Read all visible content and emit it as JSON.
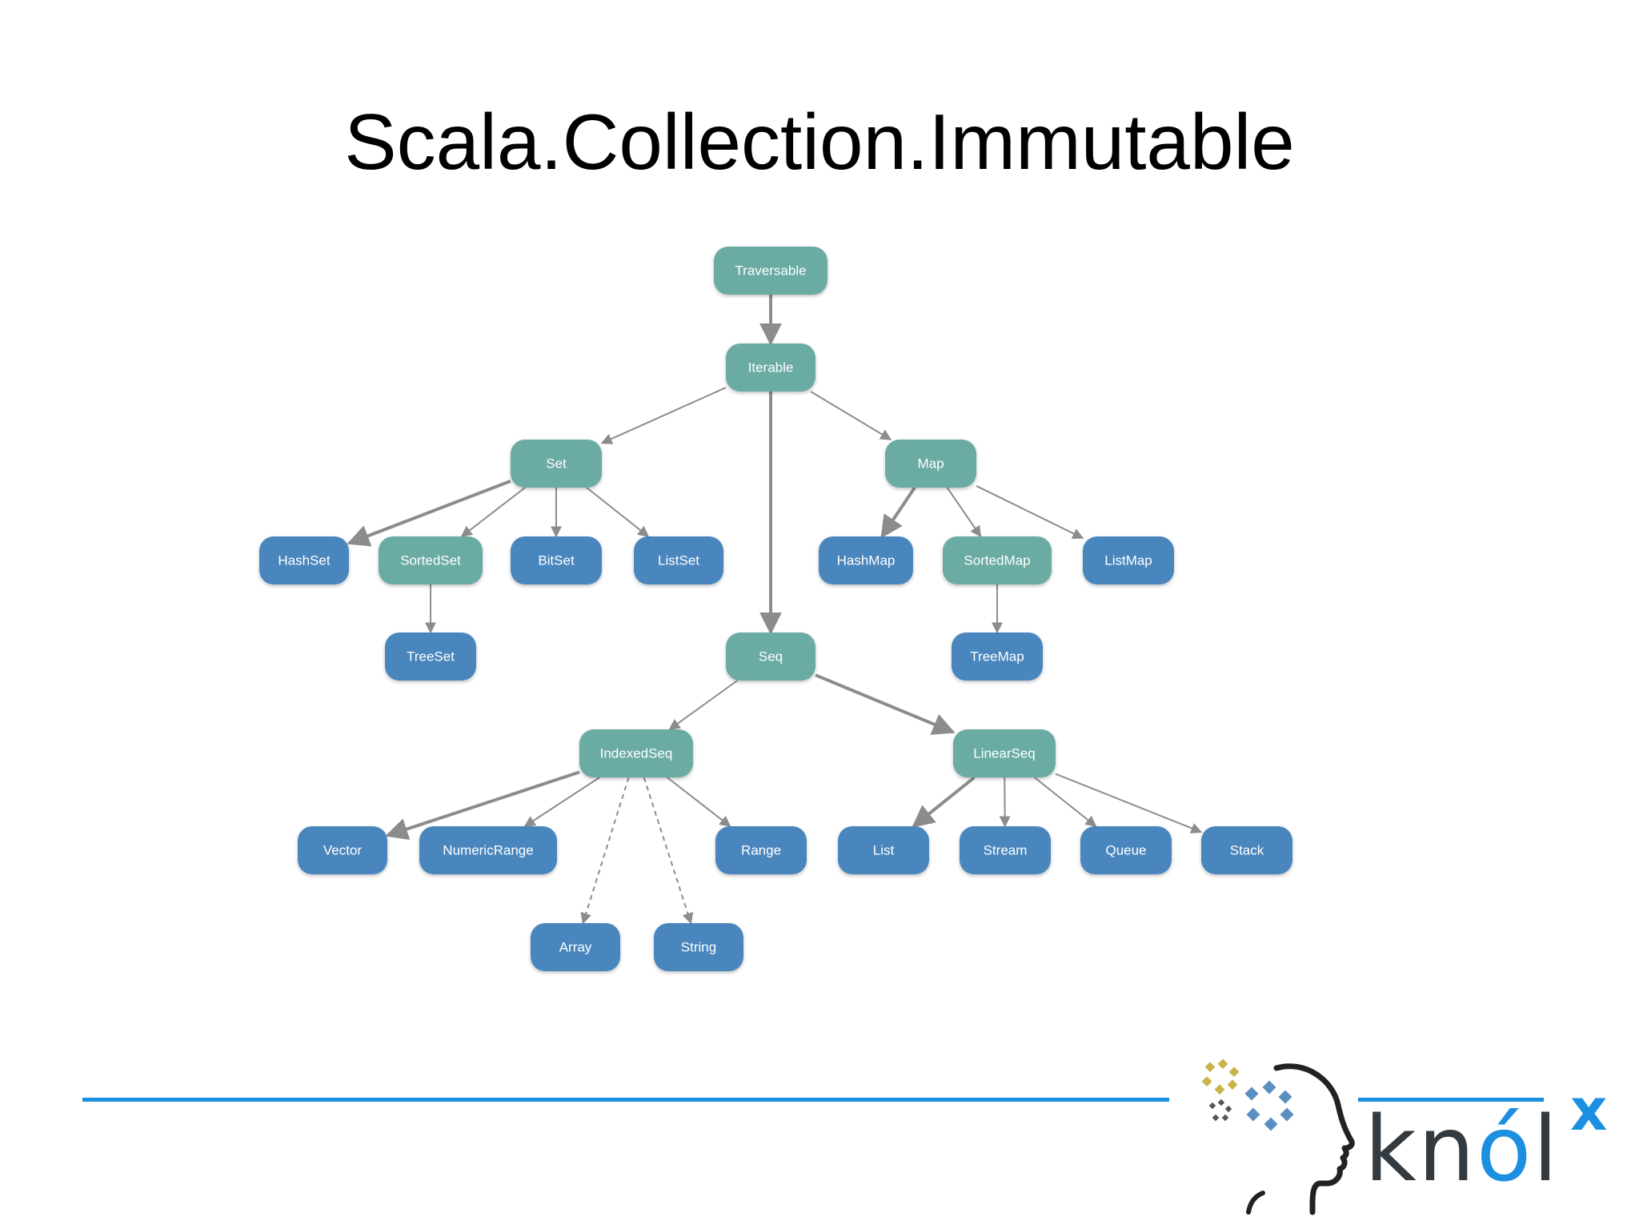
{
  "title": "Scala.Collection.Immutable",
  "colors": {
    "trait_node": "#6aaba3",
    "class_node": "#4a86bd",
    "edge": "#8c8c8c",
    "footer_line": "#1b8fe0",
    "logo_text": "#333a40"
  },
  "diagram": {
    "nodes": [
      {
        "id": "traversable",
        "label": "Traversable",
        "kind": "trait"
      },
      {
        "id": "iterable",
        "label": "Iterable",
        "kind": "trait"
      },
      {
        "id": "set",
        "label": "Set",
        "kind": "trait"
      },
      {
        "id": "map",
        "label": "Map",
        "kind": "trait"
      },
      {
        "id": "hashset",
        "label": "HashSet",
        "kind": "class"
      },
      {
        "id": "sortedset",
        "label": "SortedSet",
        "kind": "trait"
      },
      {
        "id": "bitset",
        "label": "BitSet",
        "kind": "class"
      },
      {
        "id": "listset",
        "label": "ListSet",
        "kind": "class"
      },
      {
        "id": "hashmap",
        "label": "HashMap",
        "kind": "class"
      },
      {
        "id": "sortedmap",
        "label": "SortedMap",
        "kind": "trait"
      },
      {
        "id": "listmap",
        "label": "ListMap",
        "kind": "class"
      },
      {
        "id": "treeset",
        "label": "TreeSet",
        "kind": "class"
      },
      {
        "id": "treemap",
        "label": "TreeMap",
        "kind": "class"
      },
      {
        "id": "seq",
        "label": "Seq",
        "kind": "trait"
      },
      {
        "id": "indexedseq",
        "label": "IndexedSeq",
        "kind": "trait"
      },
      {
        "id": "linearseq",
        "label": "LinearSeq",
        "kind": "trait"
      },
      {
        "id": "vector",
        "label": "Vector",
        "kind": "class"
      },
      {
        "id": "numericrange",
        "label": "NumericRange",
        "kind": "class"
      },
      {
        "id": "range",
        "label": "Range",
        "kind": "class"
      },
      {
        "id": "list",
        "label": "List",
        "kind": "class"
      },
      {
        "id": "stream",
        "label": "Stream",
        "kind": "class"
      },
      {
        "id": "queue",
        "label": "Queue",
        "kind": "class"
      },
      {
        "id": "stack",
        "label": "Stack",
        "kind": "class"
      },
      {
        "id": "array",
        "label": "Array",
        "kind": "class"
      },
      {
        "id": "string",
        "label": "String",
        "kind": "class"
      }
    ],
    "edges": [
      {
        "from": "traversable",
        "to": "iterable",
        "style": "solid",
        "weight": "bold"
      },
      {
        "from": "iterable",
        "to": "set",
        "style": "solid",
        "weight": "thin"
      },
      {
        "from": "iterable",
        "to": "map",
        "style": "solid",
        "weight": "thin"
      },
      {
        "from": "iterable",
        "to": "seq",
        "style": "solid",
        "weight": "bold"
      },
      {
        "from": "set",
        "to": "hashset",
        "style": "solid",
        "weight": "bold"
      },
      {
        "from": "set",
        "to": "sortedset",
        "style": "solid",
        "weight": "thin"
      },
      {
        "from": "set",
        "to": "bitset",
        "style": "solid",
        "weight": "thin"
      },
      {
        "from": "set",
        "to": "listset",
        "style": "solid",
        "weight": "thin"
      },
      {
        "from": "map",
        "to": "hashmap",
        "style": "solid",
        "weight": "bold"
      },
      {
        "from": "map",
        "to": "sortedmap",
        "style": "solid",
        "weight": "thin"
      },
      {
        "from": "map",
        "to": "listmap",
        "style": "solid",
        "weight": "thin"
      },
      {
        "from": "sortedset",
        "to": "treeset",
        "style": "solid",
        "weight": "thin"
      },
      {
        "from": "sortedmap",
        "to": "treemap",
        "style": "solid",
        "weight": "thin"
      },
      {
        "from": "seq",
        "to": "indexedseq",
        "style": "solid",
        "weight": "thin"
      },
      {
        "from": "seq",
        "to": "linearseq",
        "style": "solid",
        "weight": "bold"
      },
      {
        "from": "indexedseq",
        "to": "vector",
        "style": "solid",
        "weight": "bold"
      },
      {
        "from": "indexedseq",
        "to": "numericrange",
        "style": "solid",
        "weight": "thin"
      },
      {
        "from": "indexedseq",
        "to": "range",
        "style": "solid",
        "weight": "thin"
      },
      {
        "from": "indexedseq",
        "to": "array",
        "style": "dashed",
        "weight": "thin"
      },
      {
        "from": "indexedseq",
        "to": "string",
        "style": "dashed",
        "weight": "thin"
      },
      {
        "from": "linearseq",
        "to": "list",
        "style": "solid",
        "weight": "bold"
      },
      {
        "from": "linearseq",
        "to": "stream",
        "style": "solid",
        "weight": "thin"
      },
      {
        "from": "linearseq",
        "to": "queue",
        "style": "solid",
        "weight": "thin"
      },
      {
        "from": "linearseq",
        "to": "stack",
        "style": "solid",
        "weight": "thin"
      }
    ]
  },
  "logo": {
    "word_prefix": "kn",
    "word_accent": "ó",
    "word_suffix": "l",
    "superscript": "x"
  }
}
